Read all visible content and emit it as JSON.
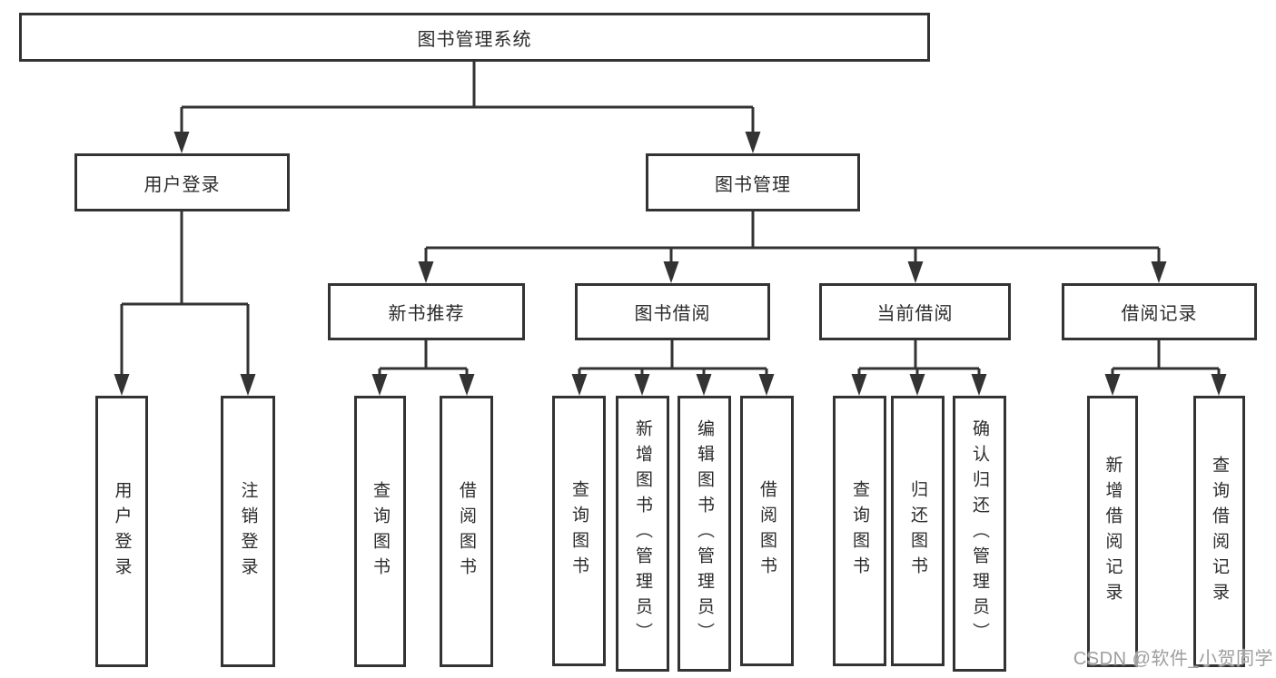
{
  "nodes": {
    "root": "图书管理系统",
    "level2": {
      "user_login": "用户登录",
      "book_management": "图书管理"
    },
    "level3": {
      "new_book_recommend": "新书推荐",
      "book_borrowing": "图书借阅",
      "current_borrowing": "当前借阅",
      "borrowing_records": "借阅记录"
    },
    "leaves": {
      "user_login_children": [
        "用户登录",
        "注销登录"
      ],
      "new_book_children": [
        "查询图书",
        "借阅图书"
      ],
      "book_borrowing_children": [
        "查询图书",
        "新增图书（管理员）",
        "编辑图书（管理员）",
        "借阅图书"
      ],
      "current_borrowing_children": [
        "查询图书",
        "归还图书",
        "确认归还（管理员）"
      ],
      "borrowing_records_children": [
        "新增借阅记录",
        "查询借阅记录"
      ]
    }
  },
  "watermark": {
    "text": "CSDN @软件_小贺同学"
  },
  "colors": {
    "line": "#333333",
    "text": "#2b2b2b",
    "watermark": "#9e9e9e",
    "background": "#ffffff"
  }
}
